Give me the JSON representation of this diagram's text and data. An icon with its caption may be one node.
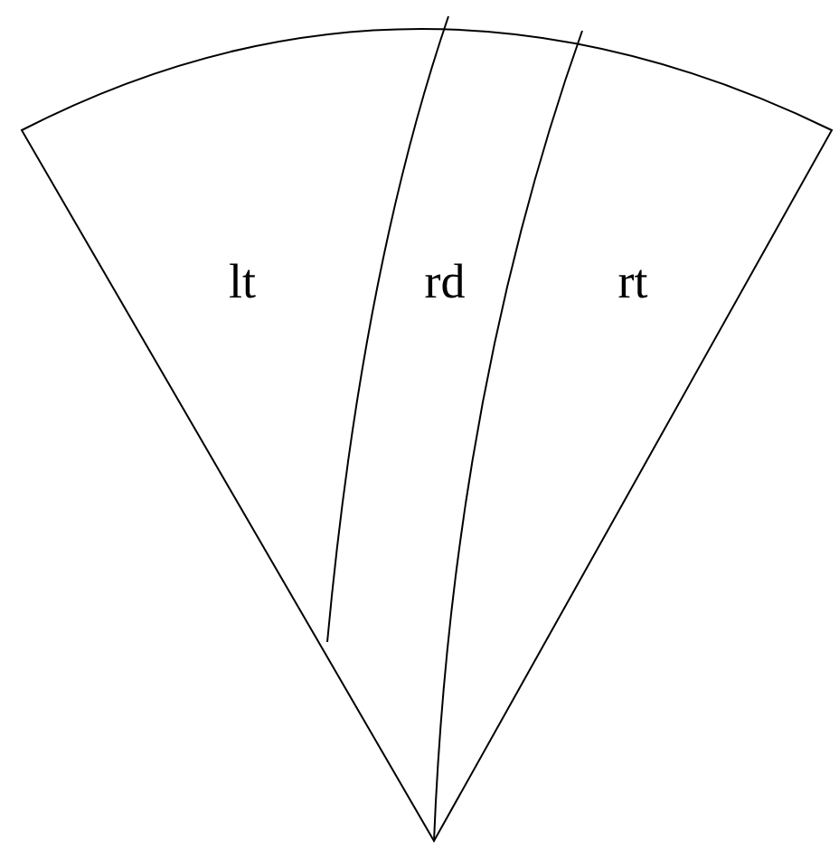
{
  "diagram": {
    "labels": [
      "lt",
      "rd",
      "rt"
    ]
  }
}
